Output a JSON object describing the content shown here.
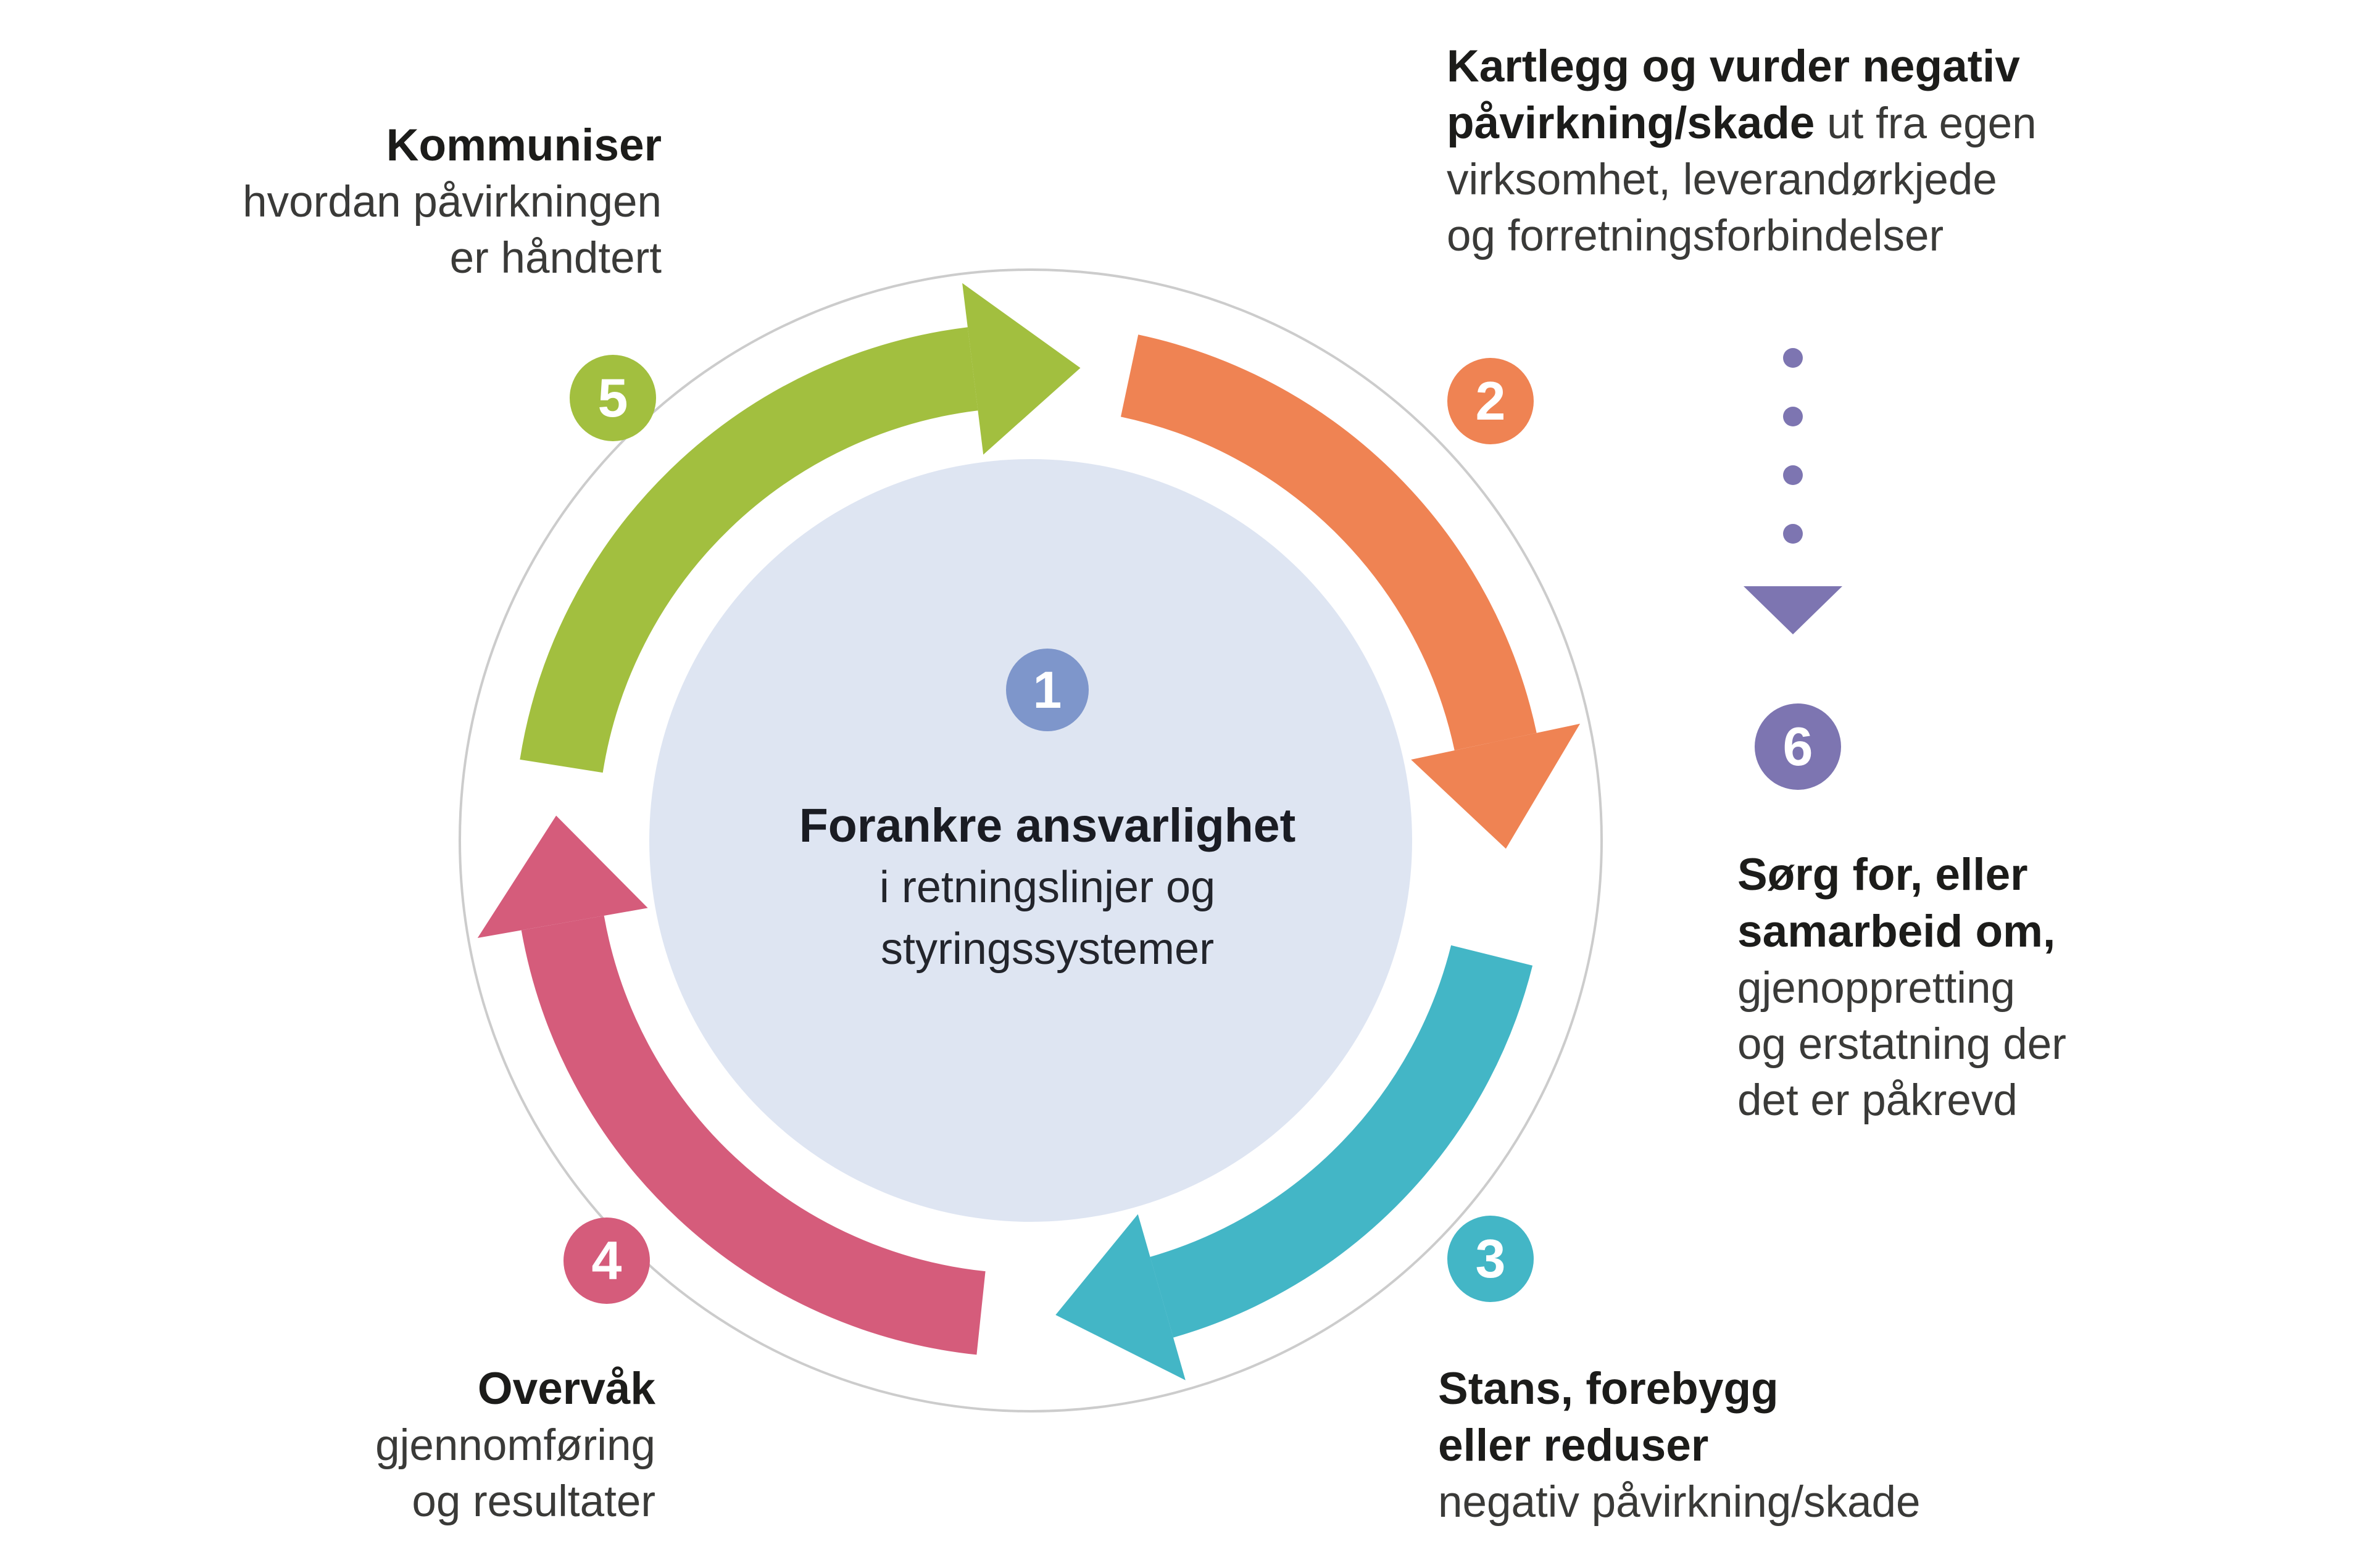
{
  "title": "Due diligence wheel (OECD aktsomhetsvurderinger)",
  "colors": {
    "green": "#a2bf3f",
    "orange": "#ef8353",
    "teal": "#43b6c6",
    "pink": "#d55c7b",
    "purple": "#7d75b1",
    "blue": "#7e96cb",
    "inner_circle": "#dee5f2",
    "outer_ring": "#cccccc",
    "heading_text": "#1c1c1a",
    "body_text": "#3a3a38"
  },
  "center": {
    "badge": "1",
    "line1_bold": "Forankre ansvarlighet",
    "line2": "i retningslinjer og",
    "line3": "styringssystemer"
  },
  "steps": {
    "step2": {
      "badge": "2",
      "bold1": "Kartlegg og vurder negativ",
      "bold2": "påvirkning/skade",
      "regular2": " ut fra egen",
      "line3": "virksomhet, leverandørkjede",
      "line4": "og forretningsforbindelser"
    },
    "step3": {
      "badge": "3",
      "bold1": "Stans, forebygg",
      "bold2": "eller reduser",
      "regular": "negativ påvirkning/skade"
    },
    "step4": {
      "badge": "4",
      "bold": "Overvåk",
      "line2": "gjennomføring",
      "line3": "og resultater"
    },
    "step5": {
      "badge": "5",
      "bold": "Kommuniser",
      "line2": "hvordan påvirkningen",
      "line3": "er håndtert"
    },
    "step6": {
      "badge": "6",
      "bold1": "Sørg for, eller",
      "bold2": "samarbeid om,",
      "line3": "gjenoppretting",
      "line4": "og erstatning der",
      "line5": "det er påkrevd"
    }
  },
  "icons": {
    "dotted_arrow": "dotted-arrow-down-icon"
  }
}
